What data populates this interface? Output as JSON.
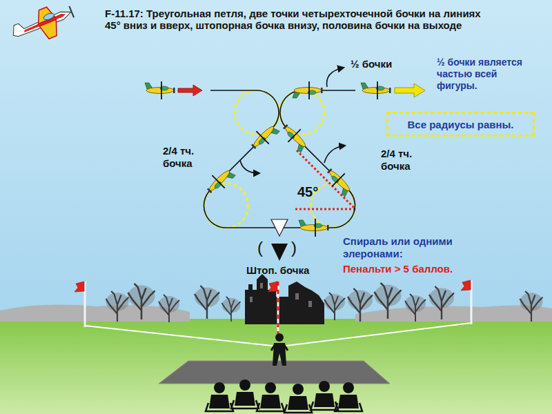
{
  "diagram": {
    "title": "F-11.17: Треугольная петля, две точки четырехточечной бочки на линиях 45° вниз и вверх, штопорная бочка внизу, половина бочки на выходе",
    "nodes": [
      {
        "text": [
          "Все радиусы равны."
        ]
      }
    ],
    "labels": [
      "½ бочки",
      "½ бочки является частью всей фигуры.",
      "2/4 тч. бочка",
      "2/4 тч. бочка",
      "45°",
      "(",
      ")",
      "Штоп. бочка",
      "Спираль или одними элеронами:",
      "Пенальти > 5 баллов."
    ]
  }
}
